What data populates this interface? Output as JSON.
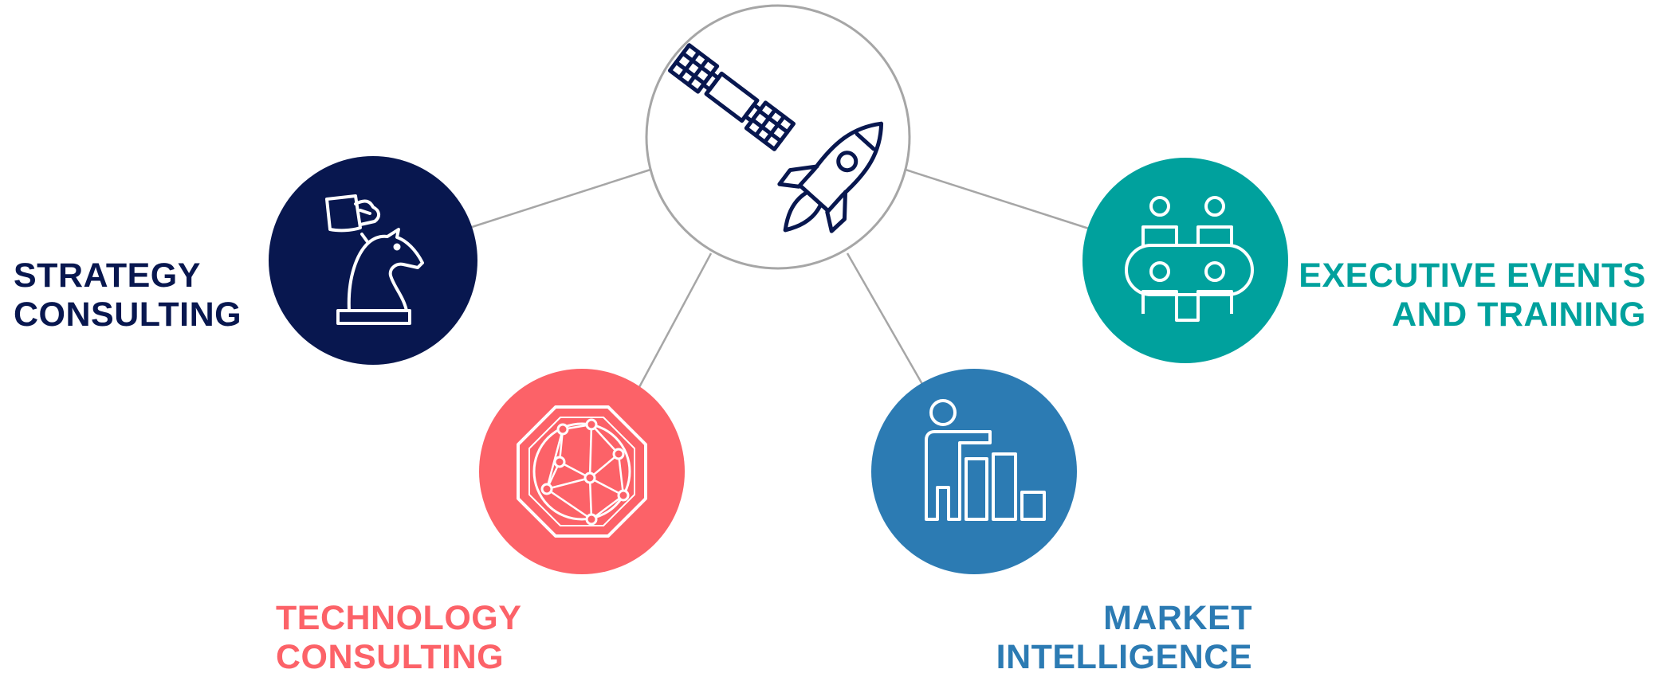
{
  "colors": {
    "navy": "#08174f",
    "coral": "#fc6268",
    "blue": "#2c7bb3",
    "teal": "#00a19d",
    "connector": "#a6a6a6",
    "hub_outline": "#a6a6a6"
  },
  "hub": {
    "icon": "satellite-rocket-icon"
  },
  "nodes": {
    "strategy": {
      "icon": "chess-knight-icon",
      "line1": "STRATEGY",
      "line2": "CONSULTING"
    },
    "technology": {
      "icon": "network-globe-icon",
      "line1": "TECHNOLOGY",
      "line2": "CONSULTING"
    },
    "market": {
      "icon": "presenter-bar-chart-icon",
      "line1": "MARKET",
      "line2": "INTELLIGENCE"
    },
    "executive": {
      "icon": "meeting-table-icon",
      "line1": "EXECUTIVE EVENTS",
      "line2": "AND TRAINING"
    }
  }
}
